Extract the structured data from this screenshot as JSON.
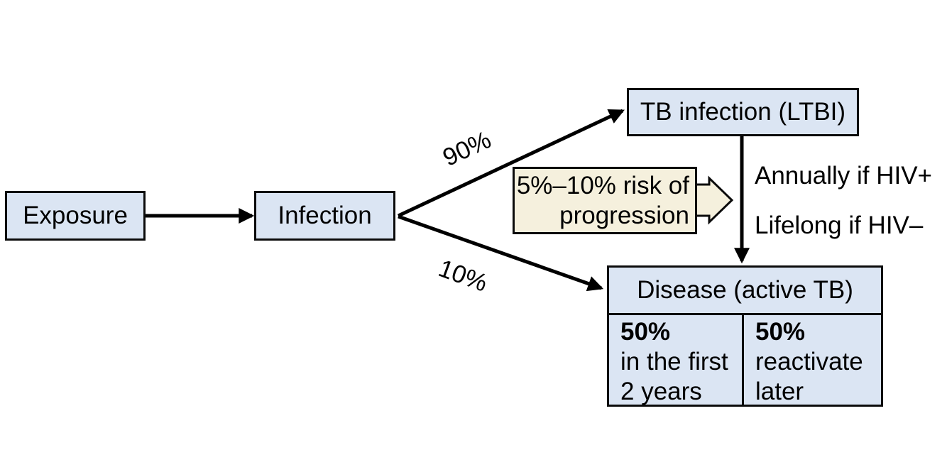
{
  "nodes": {
    "exposure": {
      "label": "Exposure"
    },
    "infection": {
      "label": "Infection"
    },
    "ltbi": {
      "label": "TB infection (LTBI)"
    },
    "disease": {
      "label": "Disease (active TB)",
      "left_cell": {
        "pct": "50%",
        "line1": "in the first",
        "line2": "2 years"
      },
      "right_cell": {
        "pct": "50%",
        "line1": "reactivate",
        "line2": "later"
      }
    }
  },
  "edge_labels": {
    "ltbi_branch": "90%",
    "disease_branch": "10%"
  },
  "callout": {
    "line1": "5%–10% risk of",
    "line2": "progression"
  },
  "annotations": {
    "annually": "Annually if HIV+",
    "lifelong": "Lifelong if HIV–"
  },
  "colors": {
    "node_fill": "#dbe5f3",
    "callout_fill": "#f5f0dd",
    "line": "#000000",
    "background": "#ffffff"
  }
}
